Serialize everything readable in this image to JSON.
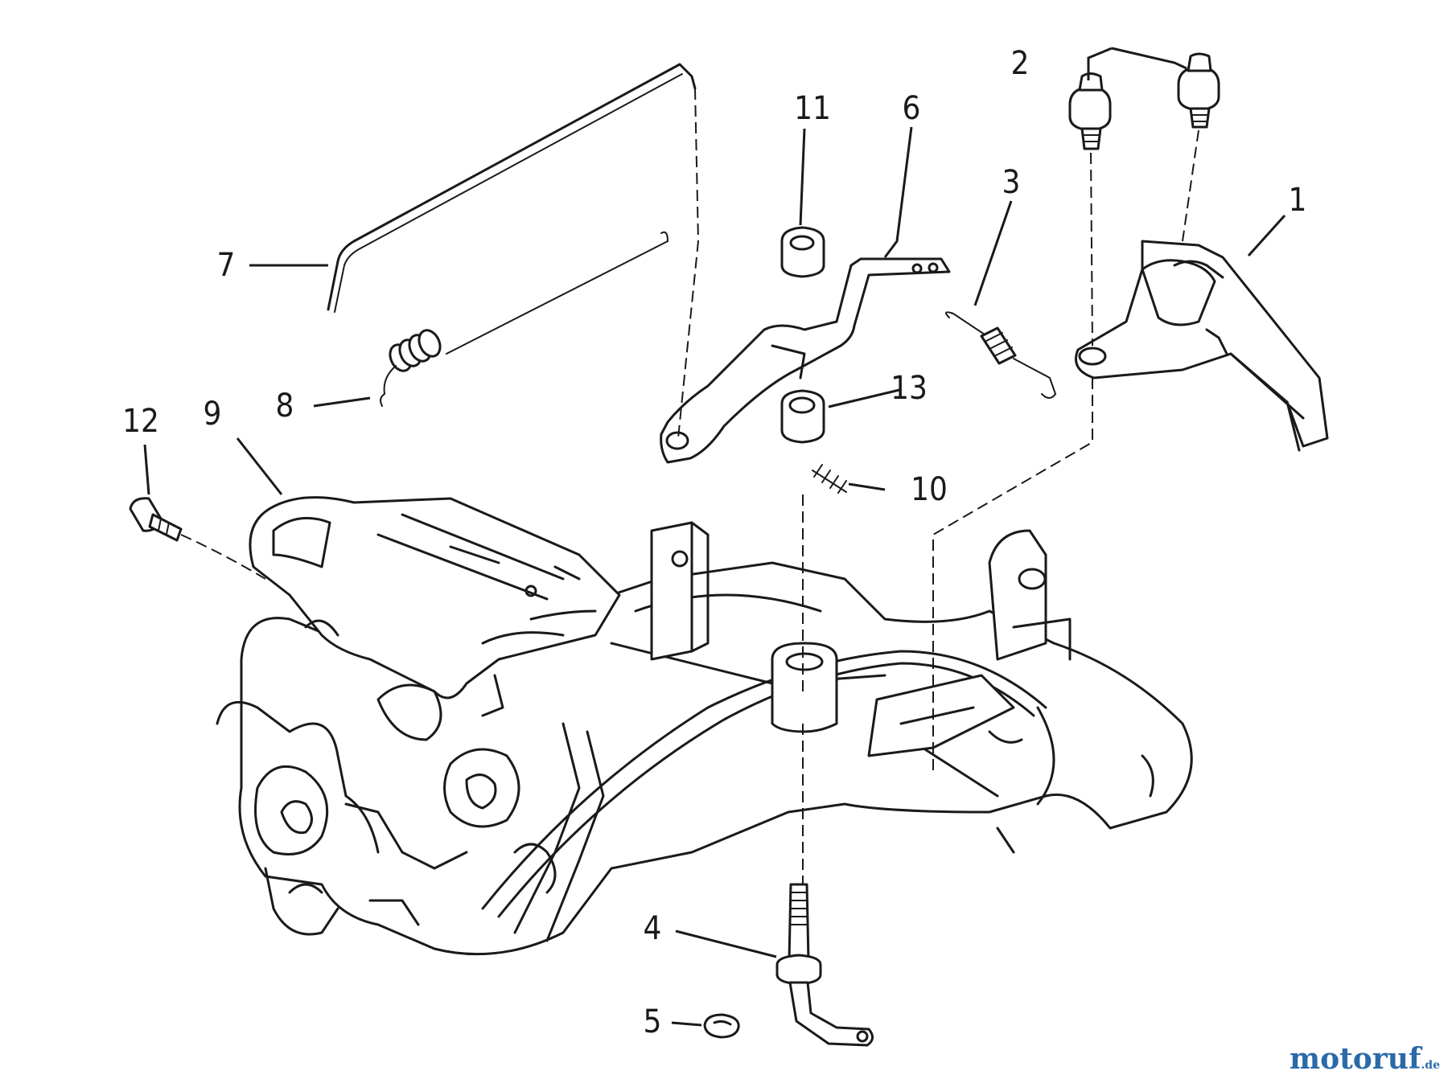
{
  "callouts": [
    "1",
    "2",
    "3",
    "4",
    "5",
    "6",
    "7",
    "8",
    "9",
    "10",
    "11",
    "12",
    "13"
  ],
  "watermark": {
    "text": "motoruf",
    "tld": ".de"
  },
  "colors": {
    "ink": "#1a1a1a",
    "watermark": "#2a6aa8",
    "background": "#ffffff"
  }
}
